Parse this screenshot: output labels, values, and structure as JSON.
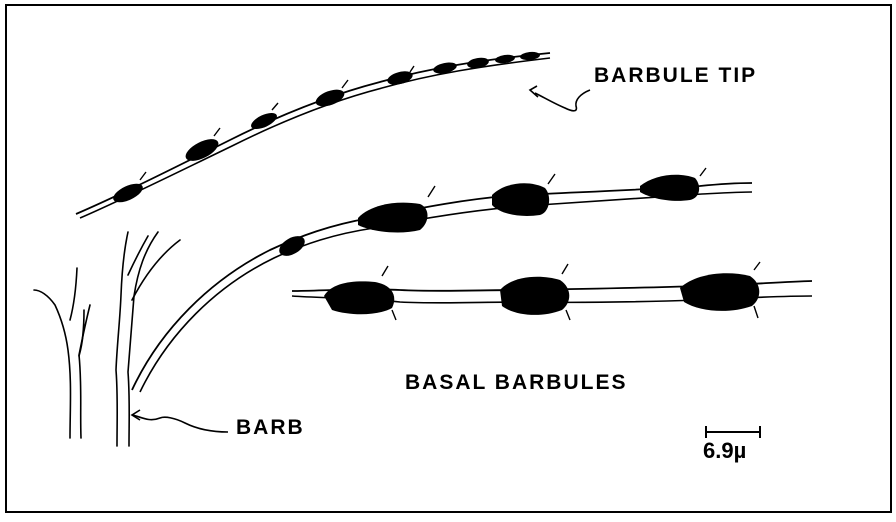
{
  "labels": {
    "barbule_tip": "BARBULE   TIP",
    "basal_barbules": "BASAL   BARBULES",
    "barb": "BARB",
    "scale": "6.9µ"
  },
  "colors": {
    "ink": "#000000",
    "paper": "#ffffff"
  }
}
